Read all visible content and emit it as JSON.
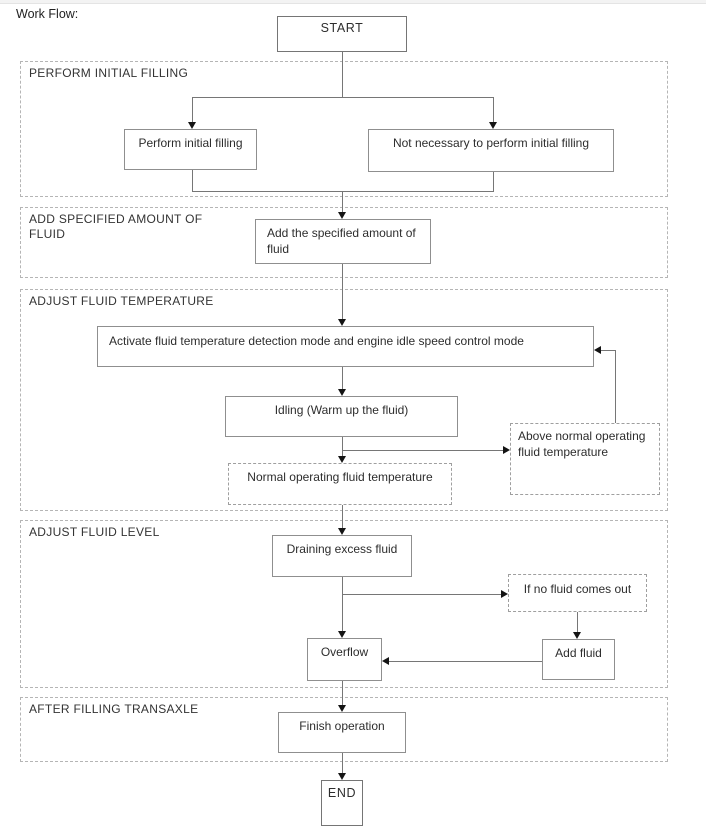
{
  "page_label": "Work Flow:",
  "colors": {
    "background": "#ffffff",
    "box_border": "#8f8f8f",
    "dashed_border": "#b0b0b0",
    "line": "#767676",
    "arrowhead": "#141414",
    "text": "#2d2d2d"
  },
  "sections": [
    {
      "title": "PERFORM INITIAL FILLING"
    },
    {
      "title": "ADD SPECIFIED AMOUNT OF FLUID"
    },
    {
      "title": "ADJUST FLUID TEMPERATURE"
    },
    {
      "title": "ADJUST FLUID LEVEL"
    },
    {
      "title": "AFTER FILLING TRANSAXLE"
    }
  ],
  "nodes": {
    "start": "START",
    "perform_initial": "Perform initial filling",
    "not_necessary": "Not necessary to perform initial filling",
    "add_specified": "Add the specified amount of fluid",
    "activate": "Activate fluid temperature detection mode and engine idle speed control mode",
    "idling": "Idling (Warm up the fluid)",
    "above_normal": "Above normal operating fluid temperature",
    "normal_temp": "Normal operating fluid temperature",
    "draining": "Draining excess fluid",
    "if_no_fluid": "If no fluid comes out",
    "overflow": "Overflow",
    "add_fluid": "Add fluid",
    "finish": "Finish operation",
    "end": "END"
  }
}
